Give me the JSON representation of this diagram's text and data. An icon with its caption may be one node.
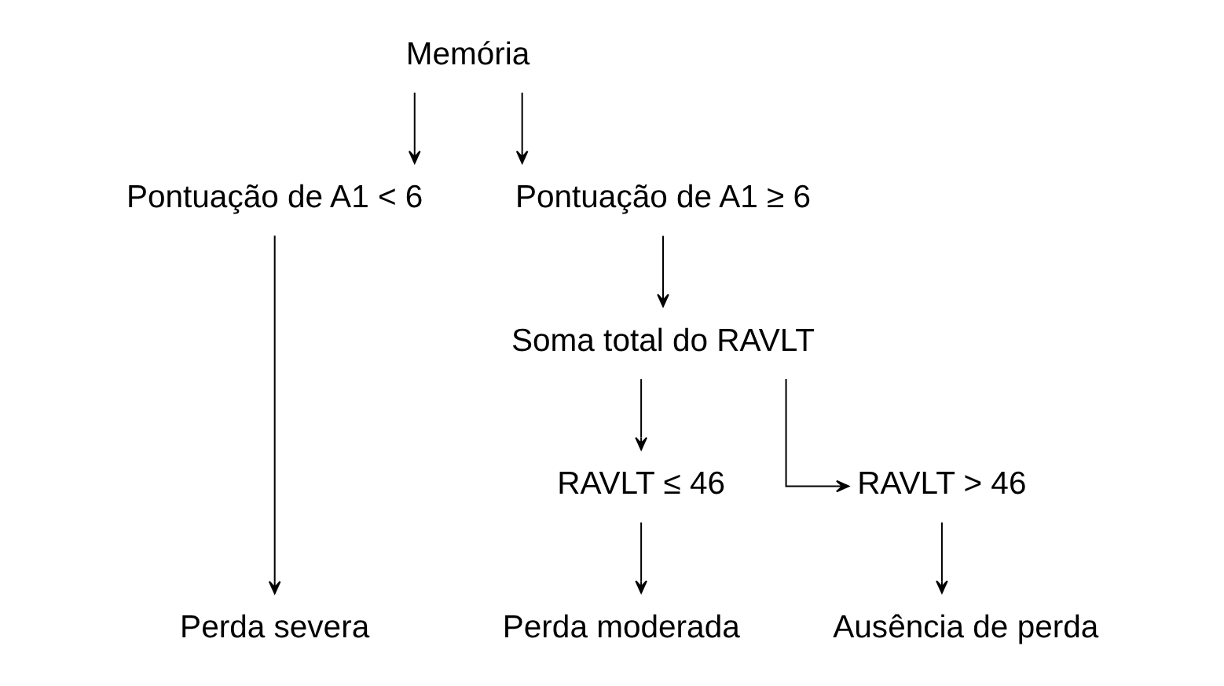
{
  "diagram": {
    "nodes": [
      {
        "text": [
          "Memória"
        ]
      },
      {
        "text": [
          "Pontuação de A1 < 6"
        ]
      },
      {
        "text": [
          "Pontuação de A1 ≥ 6"
        ]
      },
      {
        "text": [
          "Soma total do RAVLT"
        ]
      },
      {
        "text": [
          "RAVLT ≤ 46"
        ]
      },
      {
        "text": [
          "RAVLT > 46"
        ]
      },
      {
        "text": [
          "Perda severa"
        ]
      },
      {
        "text": [
          "Perda moderada"
        ]
      },
      {
        "text": [
          "Ausência de perda"
        ]
      }
    ],
    "edges": [
      {
        "from": 0,
        "to": 1,
        "arrow": "to"
      },
      {
        "from": 0,
        "to": 2,
        "arrow": "to"
      },
      {
        "from": 1,
        "to": 6,
        "arrow": "to"
      },
      {
        "from": 2,
        "to": 3,
        "arrow": "to"
      },
      {
        "from": 3,
        "to": 4,
        "arrow": "to"
      },
      {
        "from": 3,
        "to": 5,
        "arrow": "to"
      },
      {
        "from": 4,
        "to": 7,
        "arrow": "to"
      },
      {
        "from": 5,
        "to": 8,
        "arrow": "to"
      }
    ]
  }
}
